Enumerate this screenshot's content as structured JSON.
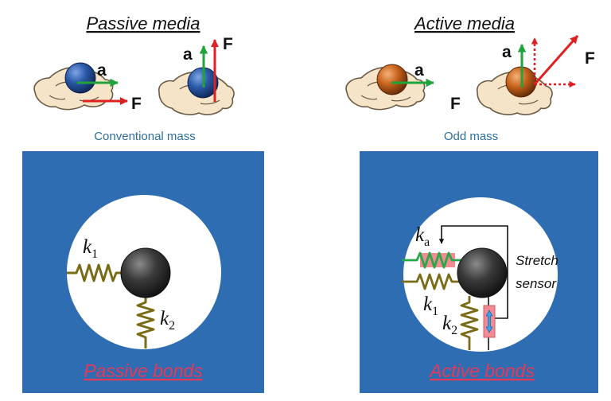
{
  "passive": {
    "title": "Passive media",
    "caption": "Conventional mass",
    "a_label": "a",
    "f_label": "F",
    "k1_main": "k",
    "k1_sub": "1",
    "k2_main": "k",
    "k2_sub": "2",
    "bonds_label": "Passive bonds"
  },
  "active": {
    "title": "Active media",
    "caption": "Odd mass",
    "a_label": "a",
    "f_label": "F",
    "ka_main": "k",
    "ka_sub": "a",
    "k1_main": "k",
    "k1_sub": "1",
    "k2_main": "k",
    "k2_sub": "2",
    "sensor_line1": "Stretch",
    "sensor_line2": "sensor",
    "bonds_label": "Active bonds"
  },
  "colors": {
    "panel_blue": "#2f6db2",
    "ball_blue": "#2a5aa8",
    "ball_orange": "#c8641c",
    "ball_black": "#2b2b2b",
    "accel_green": "#1fa33a",
    "force_red": "#e02020",
    "spring_brown": "#7a6b16",
    "spring_green": "#27a84a",
    "sensor_pink": "#f08c92",
    "bond_text_red": "#e5395a"
  },
  "icons": [
    "hand-icon",
    "ball-icon",
    "spring-icon",
    "stretch-sensor-icon"
  ]
}
